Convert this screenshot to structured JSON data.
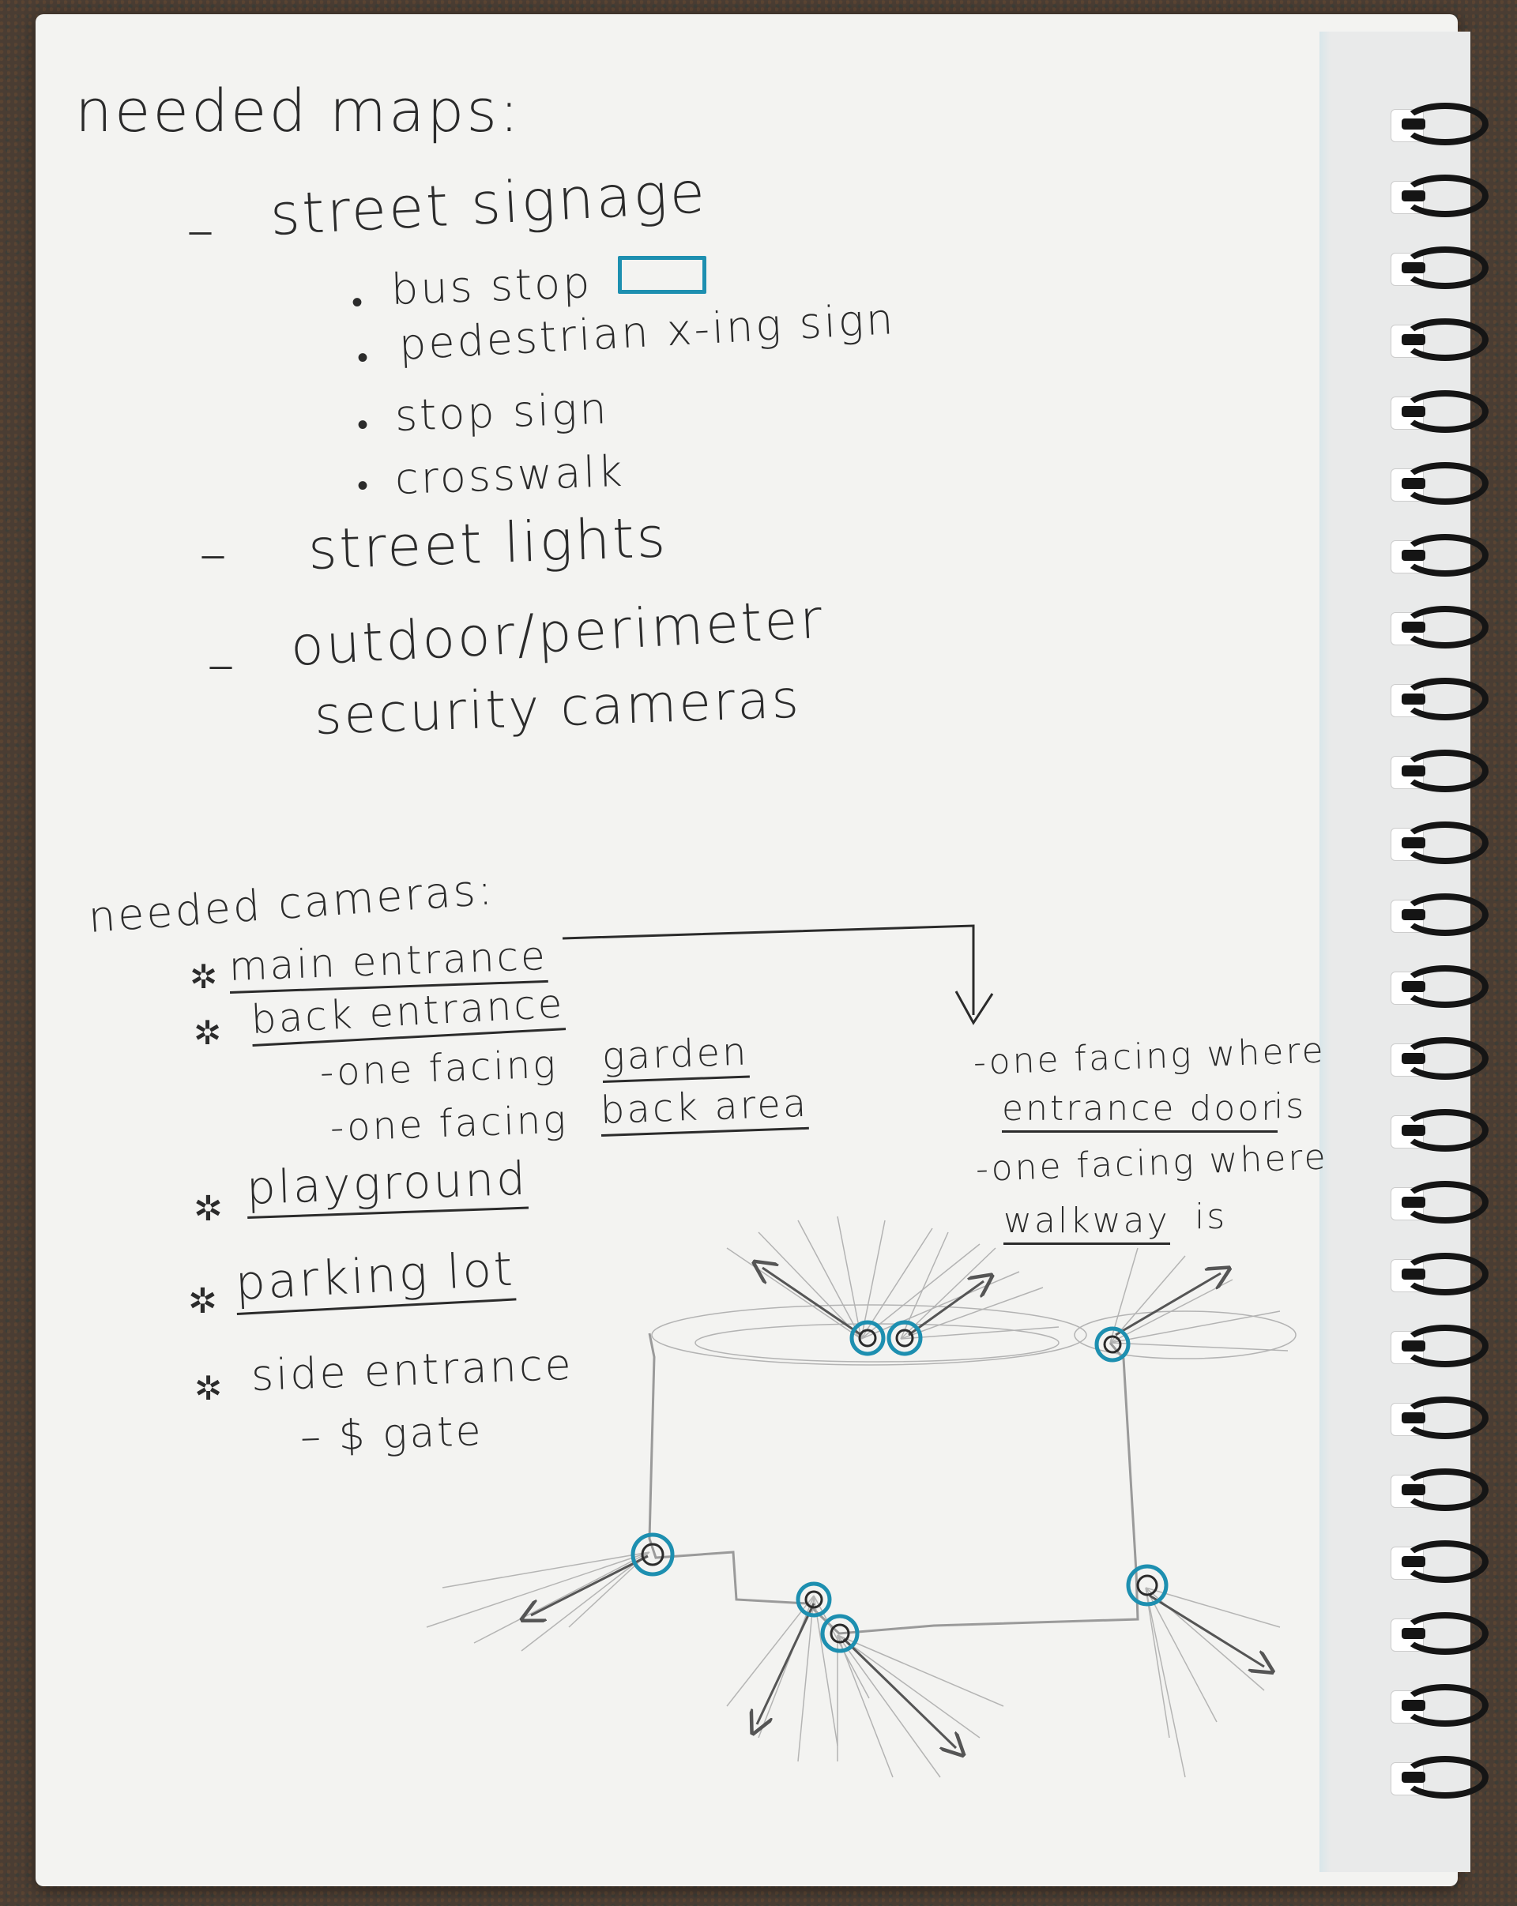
{
  "maps": {
    "heading": "needed maps:",
    "street_signage": {
      "dash": "–",
      "title": "street signage",
      "items": [
        {
          "bullet": "•",
          "text": "bus stop"
        },
        {
          "bullet": "•",
          "text": "pedestrian x-ing sign"
        },
        {
          "bullet": "•",
          "text": "stop sign"
        },
        {
          "bullet": "•",
          "text": "crosswalk"
        }
      ]
    },
    "street_lights": {
      "dash": "–",
      "title": "street lights"
    },
    "cameras": {
      "dash": "–",
      "line1": "outdoor/perimeter",
      "line2": "security cameras"
    }
  },
  "cameras": {
    "heading": "needed cameras:",
    "star": "✲",
    "main_entrance": "main entrance",
    "back_entrance": "back entrance",
    "back_sub": [
      {
        "prefix": "-one facing",
        "target": "garden"
      },
      {
        "prefix": "-one facing",
        "target": "back area"
      }
    ],
    "playground": "playground",
    "parking_lot": "parking lot",
    "side_entrance": "side entrance",
    "gate": "– $ gate",
    "main_sub": [
      {
        "line1": "-one facing where",
        "target": "entrance door",
        "suffix": "is"
      },
      {
        "line1": "-one facing where",
        "target": "walkway",
        "suffix": "is"
      }
    ]
  },
  "colors": {
    "ink": "#2b2b2b",
    "camera_marker": "#1d8fb0",
    "pencil": "#9a9a9a",
    "paper": "#f3f3f1",
    "spiral": "#151515"
  }
}
